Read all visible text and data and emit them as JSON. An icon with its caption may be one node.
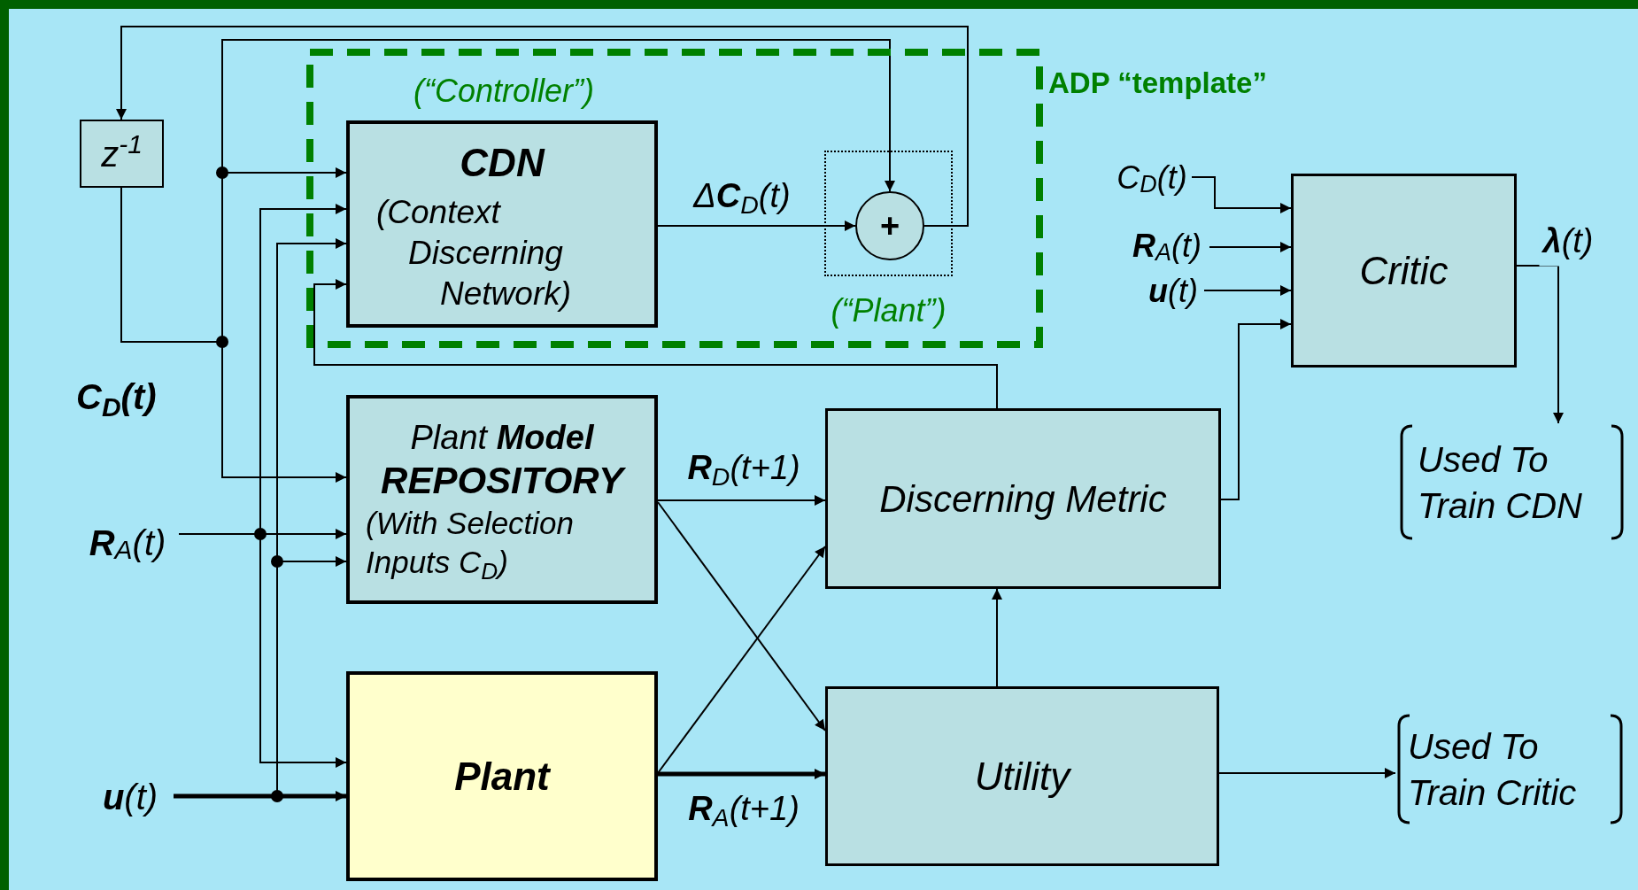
{
  "diagram": {
    "nodes": [
      {
        "text": [
          "ADP “template”"
        ]
      },
      {
        "text": [
          "z$^{-1}$"
        ]
      },
      {
        "text": [
          "CDN",
          "(Context Discerning Network)"
        ],
        "beside": [
          "(“Controller”)"
        ],
        "in": 0
      },
      {
        "text": [
          "(“Plant”)"
        ],
        "in": 0
      },
      {
        "text": [
          "+"
        ],
        "in": 3
      },
      {
        "text": [
          "Plant **Model**",
          "REPOSITORY",
          "(With Selection Inputs C$_{D}$)"
        ]
      },
      {
        "text": [
          "Plant"
        ]
      },
      {
        "text": [
          "Discerning Metric"
        ]
      },
      {
        "text": [
          "Utility"
        ]
      },
      {
        "text": [
          "Critic"
        ]
      },
      {
        "text": [
          "Used To Train CDN"
        ]
      },
      {
        "text": [
          "Used To Train Critic"
        ]
      },
      {
        "text": [
          "**R**$_{A}$(t)"
        ]
      },
      {
        "text": [
          "**u**(t)"
        ]
      },
      {
        "text": [
          "C$_{D}$(t)"
        ]
      },
      {
        "text": [
          "**R**$_{A}$(t)"
        ]
      },
      {
        "text": [
          "**u**(t)"
        ]
      }
    ],
    "edges": [
      {
        "from": 4,
        "to": 1,
        "arrow": "to"
      },
      {
        "from": 1,
        "to": 2,
        "arrow": "to"
      },
      {
        "from": 1,
        "to": 4,
        "arrow": "to"
      },
      {
        "from": 1,
        "to": 5,
        "arrow": "to"
      },
      {
        "from": 2,
        "to": 4,
        "arrow": "to",
        "label": "Δ**C**$_{D}$(t)"
      },
      {
        "from": 7,
        "to": 2,
        "arrow": "to"
      },
      {
        "from": 12,
        "to": 2,
        "arrow": "to"
      },
      {
        "from": 12,
        "to": 5,
        "arrow": "to"
      },
      {
        "from": 12,
        "to": 6,
        "arrow": "to"
      },
      {
        "from": 13,
        "to": 2,
        "arrow": "to"
      },
      {
        "from": 13,
        "to": 5,
        "arrow": "to"
      },
      {
        "from": 13,
        "to": 6,
        "arrow": "to",
        "style": "thick"
      },
      {
        "from": 5,
        "to": 7,
        "arrow": "to",
        "label": "**R**$_{D}$(t+1)"
      },
      {
        "from": 5,
        "to": 8,
        "arrow": "to"
      },
      {
        "from": 6,
        "to": 7,
        "arrow": "to"
      },
      {
        "from": 6,
        "to": 8,
        "arrow": "to",
        "style": "thick",
        "label": "**R**$_{A}$(t+1)"
      },
      {
        "from": 8,
        "to": 7,
        "arrow": "to"
      },
      {
        "from": 8,
        "to": 11,
        "arrow": "to"
      },
      {
        "from": 7,
        "to": 9,
        "arrow": "to"
      },
      {
        "from": 14,
        "to": 9,
        "arrow": "to"
      },
      {
        "from": 15,
        "to": 9,
        "arrow": "to"
      },
      {
        "from": 16,
        "to": 9,
        "arrow": "to"
      },
      {
        "from": 9,
        "to": 10,
        "arrow": "to",
        "label": "**λ**(t)"
      }
    ],
    "labels": [
      "C$_{D}$(t)"
    ]
  }
}
